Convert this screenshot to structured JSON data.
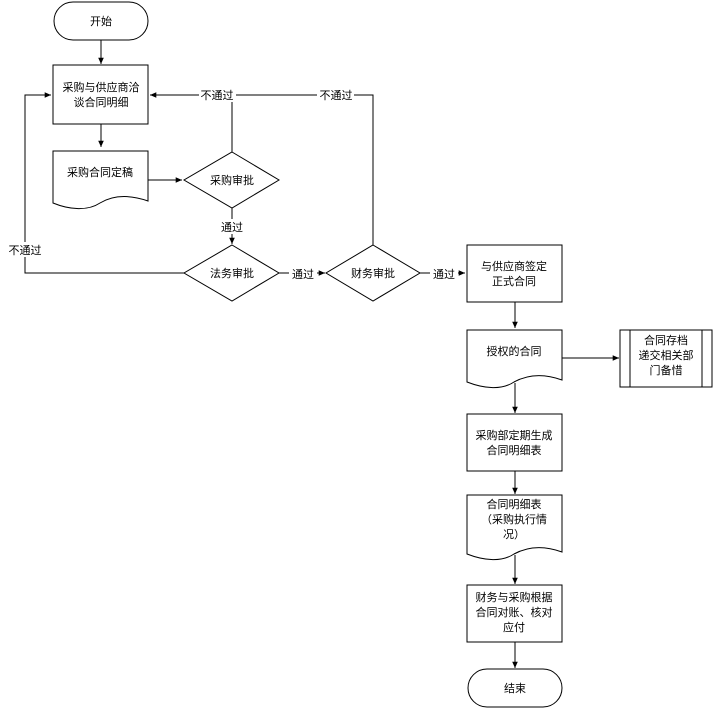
{
  "nodes": {
    "start": "开始",
    "negotiate": [
      "采购与供应商洽",
      "谈合同明细"
    ],
    "draft": "采购合同定稿",
    "purchase_review": "采购审批",
    "legal_review": "法务审批",
    "finance_review": "财务审批",
    "sign": [
      "与供应商签定",
      "正式合同"
    ],
    "authorized": "授权的合同",
    "archive": [
      "合同存档",
      "递交相关部",
      "门备惜"
    ],
    "generate": [
      "采购部定期生成",
      "合同明细表"
    ],
    "detail": [
      "合同明细表",
      "（采购执行情",
      "况）"
    ],
    "reconcile": [
      "财务与采购根据",
      "合同对账、核对",
      "应付"
    ],
    "end": "结束"
  },
  "labels": {
    "reject_purchase": "不通过",
    "reject_finance": "不通过",
    "reject_legal": "不通过",
    "pass_purchase": "通过",
    "pass_legal": "通过",
    "pass_finance": "通过"
  }
}
